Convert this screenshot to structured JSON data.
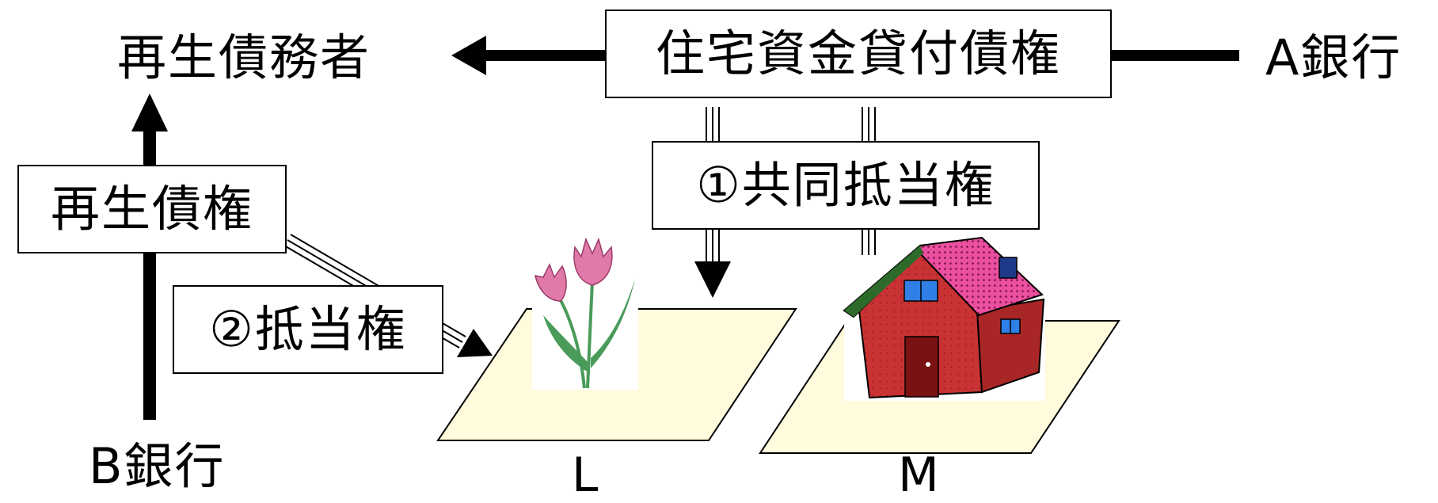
{
  "labels": {
    "debtor": "再生債務者",
    "housing_loan": "住宅資金貸付債権",
    "bank_a": "A銀行",
    "joint_mortgage": "①共同抵当権",
    "rehab_claim": "再生債権",
    "mortgage": "②抵当権",
    "bank_b": "B銀行",
    "lot_l": "L",
    "lot_m": "M"
  },
  "colors": {
    "line": "#000000",
    "lot_fill": "#fffbdc",
    "roof": "#ea4fa0",
    "roof_ridge": "#2e6b2a",
    "wall": "#c83232",
    "wall_shadow": "#a82626",
    "window": "#2f7fe6",
    "door": "#7a1212",
    "petal": "#e07aa8",
    "leaf": "#4a9b5a"
  },
  "icons": {
    "lot_l_picture": "tulip-icon",
    "lot_m_picture": "house-icon"
  }
}
